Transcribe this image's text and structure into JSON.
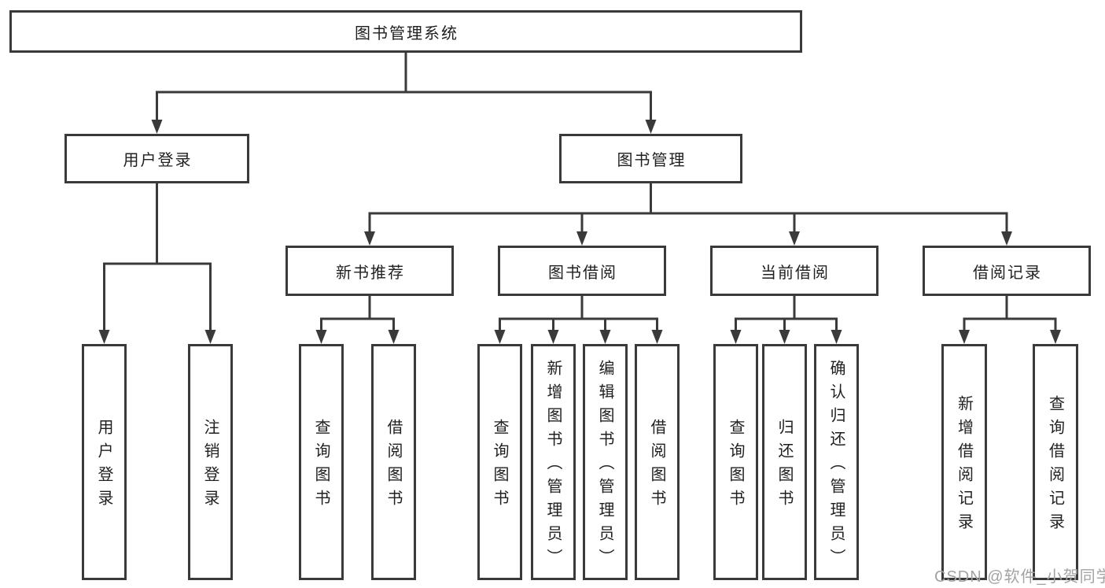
{
  "colors": {
    "line": "#3a3a3a",
    "text": "#1f1f1f",
    "watermark": "#a3a3a3",
    "background": "#ffffff"
  },
  "watermark": {
    "text": "CSDN @软件_小贺同学"
  },
  "tree": {
    "label": "图书管理系统",
    "children": [
      {
        "label": "用户登录",
        "children": [
          {
            "label": "用户登录"
          },
          {
            "label": "注销登录"
          }
        ]
      },
      {
        "label": "图书管理",
        "children": [
          {
            "label": "新书推荐",
            "children": [
              {
                "label": "查询图书"
              },
              {
                "label": "借阅图书"
              }
            ]
          },
          {
            "label": "图书借阅",
            "children": [
              {
                "label": "查询图书"
              },
              {
                "label": "新增图书（管理员）"
              },
              {
                "label": "编辑图书（管理员）"
              },
              {
                "label": "借阅图书"
              }
            ]
          },
          {
            "label": "当前借阅",
            "children": [
              {
                "label": "查询图书"
              },
              {
                "label": "归还图书"
              },
              {
                "label": "确认归还（管理员）"
              }
            ]
          },
          {
            "label": "借阅记录",
            "children": [
              {
                "label": "新增借阅记录"
              },
              {
                "label": "查询借阅记录"
              }
            ]
          }
        ]
      }
    ]
  }
}
